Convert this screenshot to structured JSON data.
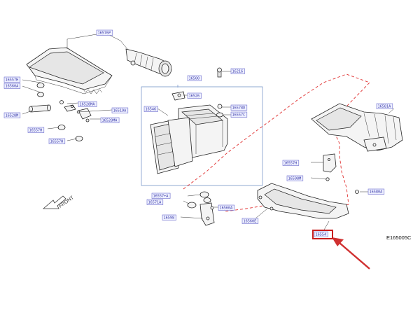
{
  "diagram": {
    "drawing_code": "E165005C",
    "front_label": "FRONT",
    "colors": {
      "callout_border": "#c81e1e",
      "arrow": "#d03030",
      "dashed_outline": "#e03030",
      "label_text": "#3a3aa8"
    },
    "labels": [
      {
        "id": "l1",
        "text": "16576P"
      },
      {
        "id": "l2",
        "text": "16557H"
      },
      {
        "id": "l3",
        "text": "16560A"
      },
      {
        "id": "l4",
        "text": "16528M"
      },
      {
        "id": "l5",
        "text": "16557H"
      },
      {
        "id": "l6",
        "text": "16557H"
      },
      {
        "id": "l7",
        "text": "16528MA"
      },
      {
        "id": "l8",
        "text": "16519A"
      },
      {
        "id": "l9",
        "text": "16528MA"
      },
      {
        "id": "l10",
        "text": "16500"
      },
      {
        "id": "l11",
        "text": "16216"
      },
      {
        "id": "l12",
        "text": "16526"
      },
      {
        "id": "l13",
        "text": "16546"
      },
      {
        "id": "l14",
        "text": "16578D"
      },
      {
        "id": "l15",
        "text": "16557C"
      },
      {
        "id": "l16",
        "text": "16581A"
      },
      {
        "id": "l17",
        "text": "16557H"
      },
      {
        "id": "l18",
        "text": "16598M"
      },
      {
        "id": "l19",
        "text": "16557+A"
      },
      {
        "id": "l20",
        "text": "16571A"
      },
      {
        "id": "l21",
        "text": "16560A"
      },
      {
        "id": "l22",
        "text": "16598"
      },
      {
        "id": "l23",
        "text": "16560E"
      },
      {
        "id": "l24",
        "text": "16580A"
      },
      {
        "id": "l25",
        "text": "16554"
      }
    ]
  }
}
